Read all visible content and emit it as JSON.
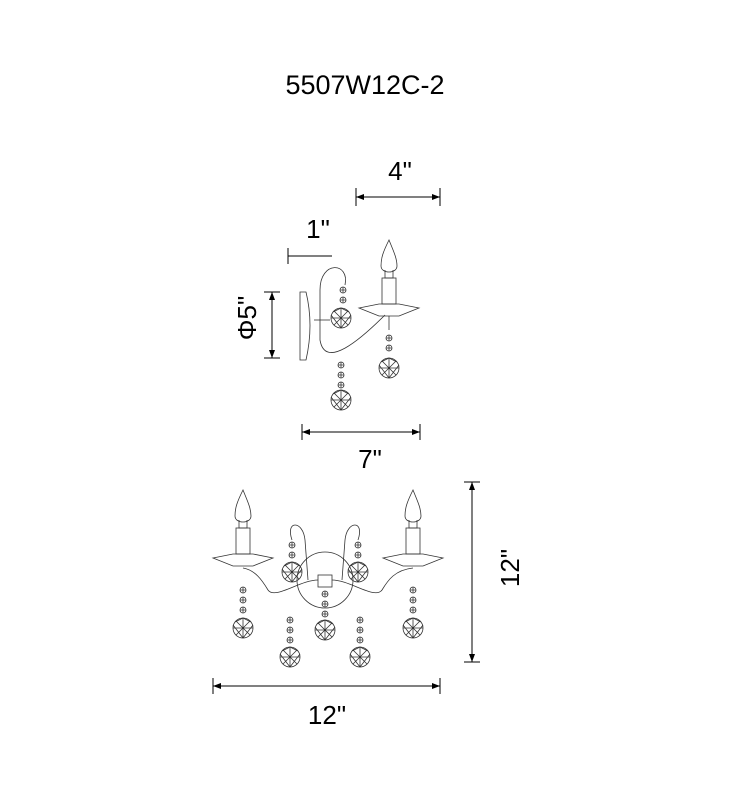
{
  "title": "5507W12C-2",
  "dimensions": {
    "top_width": "4\"",
    "wall_offset": "1\"",
    "backplate_diameter": "Φ5\"",
    "depth": "7\"",
    "height": "12\"",
    "width": "12\""
  }
}
